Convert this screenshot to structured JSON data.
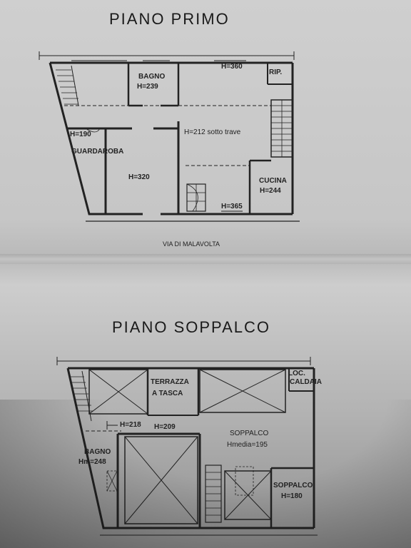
{
  "floor1": {
    "title": "PIANO PRIMO",
    "street": "VIA DI MALAVOLTA",
    "rooms": {
      "bagno": "BAGNO",
      "bagno_h": "H=239",
      "h360": "H=360",
      "rip": "RIP.",
      "h190": "H=190",
      "guardaroba": "GUARDAROBA",
      "h212": "H=212 sotto trave",
      "h320": "H=320",
      "cucina": "CUCINA",
      "cucina_h": "H=244",
      "h365": "H=365"
    }
  },
  "floor2": {
    "title": "PIANO SOPPALCO",
    "rooms": {
      "terrazza1": "TERRAZZA",
      "terrazza2": "A TASCA",
      "loc": "LOC.",
      "caldaia": "CALDAIA",
      "h218": "H=218",
      "h209": "H=209",
      "soppalco": "SOPPALCO",
      "soppalco_h": "Hmedia=195",
      "bagno": "BAGNO",
      "bagno_h": "Hm=248",
      "soppalco2": "SOPPALCO",
      "soppalco2_h": "H=180"
    }
  }
}
